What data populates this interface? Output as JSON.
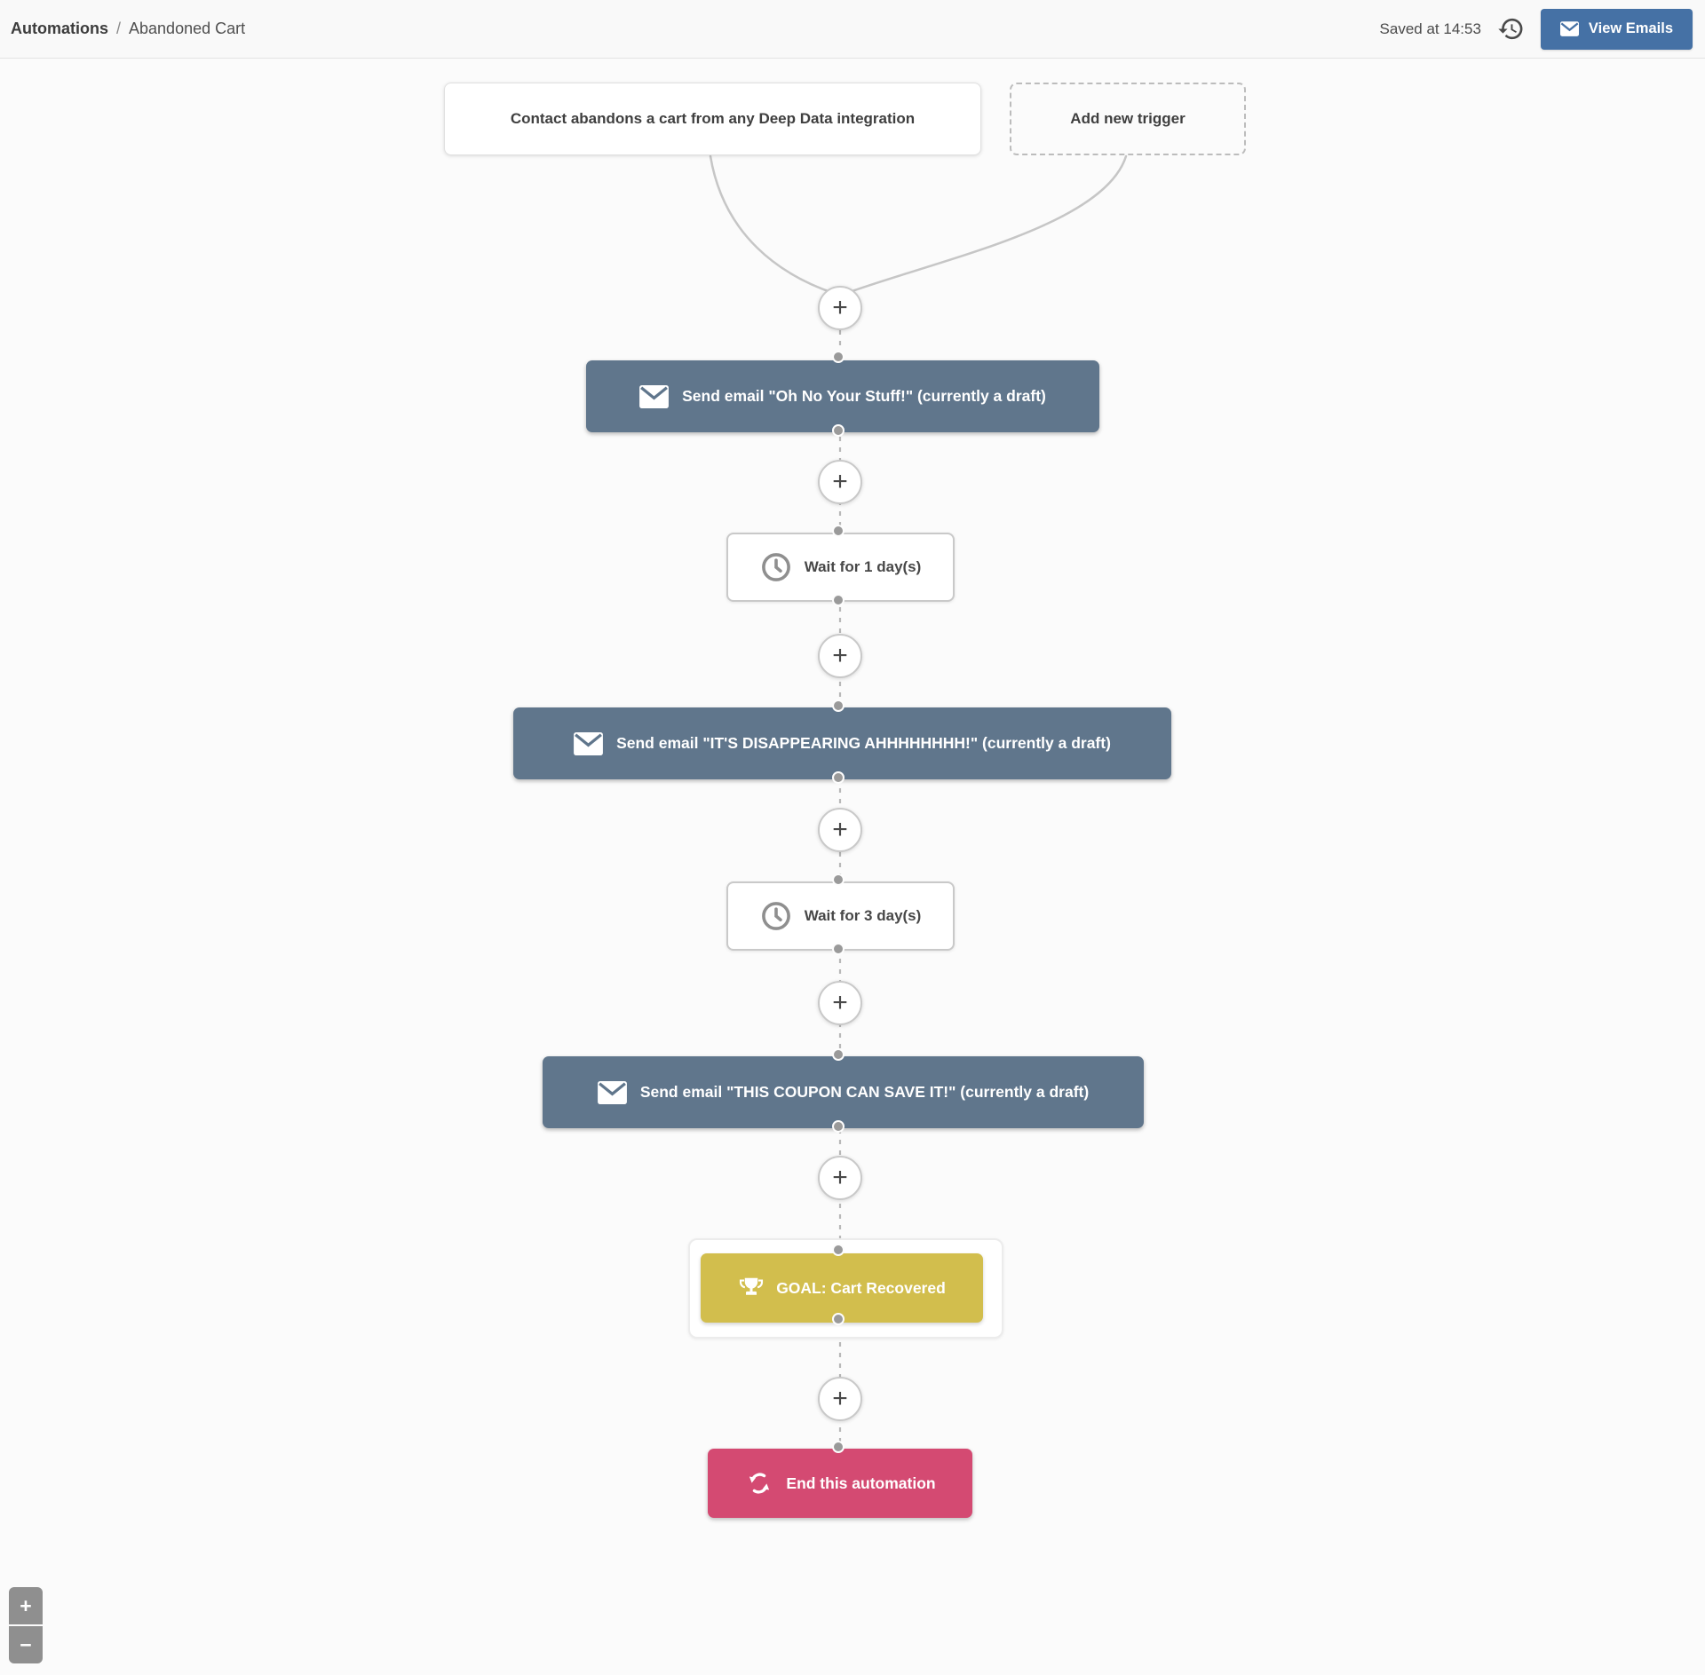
{
  "header": {
    "breadcrumb": {
      "section": "Automations",
      "separator": "/",
      "page": "Abandoned Cart"
    },
    "saved_status": "Saved at 14:53",
    "view_emails": {
      "label": "View Emails"
    }
  },
  "flow": {
    "trigger": {
      "label": "Contact abandons a cart from any Deep Data integration"
    },
    "add_trigger": {
      "label": "Add new trigger"
    },
    "plus_label": "+",
    "steps": [
      {
        "type": "email",
        "icon": "envelope-icon",
        "label": "Send email \"Oh No Your Stuff!\" (currently a draft)"
      },
      {
        "type": "wait",
        "icon": "clock-icon",
        "label": "Wait for 1 day(s)"
      },
      {
        "type": "email",
        "icon": "envelope-icon",
        "label": "Send email \"IT'S DISAPPEARING AHHHHHHHH!\" (currently a draft)"
      },
      {
        "type": "wait",
        "icon": "clock-icon",
        "label": "Wait for 3 day(s)"
      },
      {
        "type": "email",
        "icon": "envelope-icon",
        "label": "Send email \"THIS COUPON CAN SAVE IT!\" (currently a draft)"
      },
      {
        "type": "goal",
        "icon": "trophy-icon",
        "label": "GOAL: Cart Recovered"
      },
      {
        "type": "end",
        "icon": "cycle-icon",
        "label": "End this automation"
      }
    ]
  },
  "zoom_controls": {
    "zoom_in": "+",
    "zoom_out": "−"
  },
  "colors": {
    "email_node": "#60768c",
    "goal_node": "#d2be4d",
    "end_node": "#d44a72",
    "primary_button": "#4571a5",
    "canvas_bg": "#fbfbfb"
  }
}
